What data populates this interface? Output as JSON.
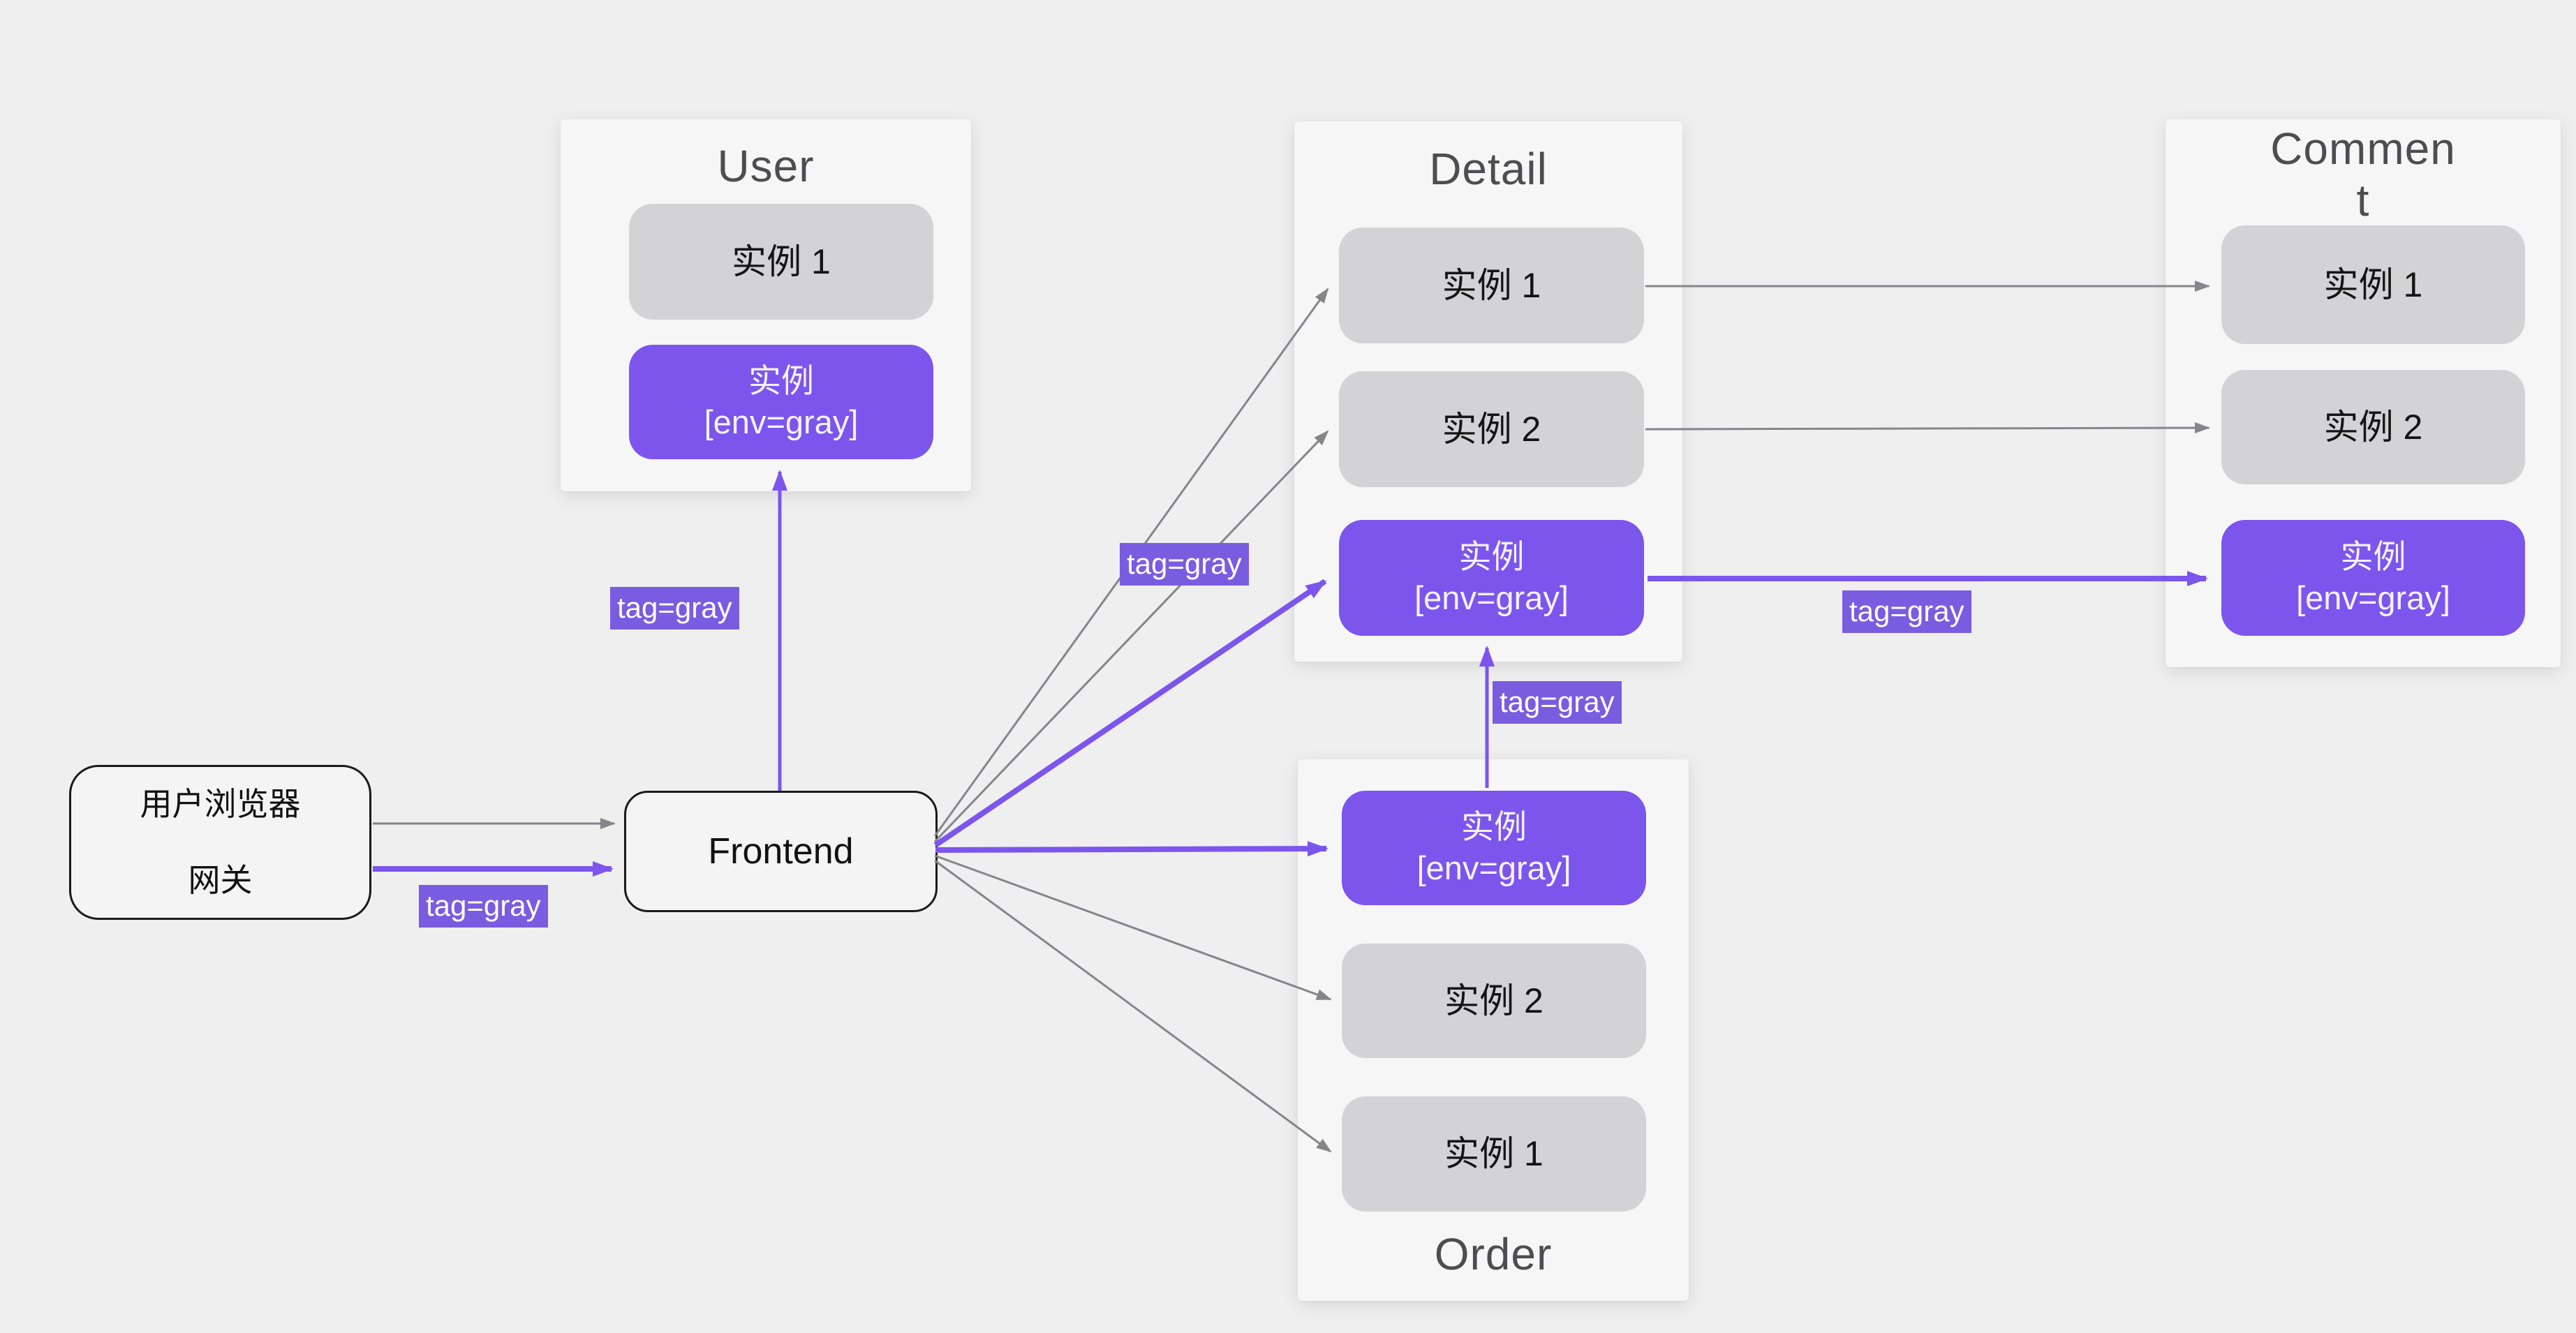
{
  "diagram_type": "microservice gray-release (tag=gray) traffic routing diagram",
  "colors": {
    "page_bg": "#efeff0",
    "panel_bg": "#f6f6f7",
    "instance_gray_bg": "#d3d3d5",
    "instance_purple_bg": "#7C55EC",
    "edge_gray": "#85858a",
    "edge_purple": "#7C55EC",
    "tag_label_bg": "#7A5CE0",
    "title_text": "#4d4d4f"
  },
  "nodes": {
    "gateway": {
      "line1": "用户浏览器",
      "line2": "网关"
    },
    "frontend": {
      "label": "Frontend"
    }
  },
  "panels": {
    "user": {
      "title": "User",
      "instances": [
        {
          "label": "实例 1",
          "type": "normal"
        },
        {
          "label": "实例",
          "sub": "[env=gray]",
          "type": "gray-env"
        }
      ]
    },
    "detail": {
      "title": "Detail",
      "instances": [
        {
          "label": "实例 1",
          "type": "normal"
        },
        {
          "label": "实例 2",
          "type": "normal"
        },
        {
          "label": "实例",
          "sub": "[env=gray]",
          "type": "gray-env"
        }
      ]
    },
    "comment": {
      "title": "Comment",
      "instances": [
        {
          "label": "实例 1",
          "type": "normal"
        },
        {
          "label": "实例 2",
          "type": "normal"
        },
        {
          "label": "实例",
          "sub": "[env=gray]",
          "type": "gray-env"
        }
      ]
    },
    "order": {
      "title": "Order",
      "instances": [
        {
          "label": "实例",
          "sub": "[env=gray]",
          "type": "gray-env"
        },
        {
          "label": "实例 2",
          "type": "normal"
        },
        {
          "label": "实例 1",
          "type": "normal"
        }
      ]
    }
  },
  "labels": {
    "gateway_to_frontend": "tag=gray",
    "frontend_to_user": "tag=gray",
    "frontend_to_detail": "tag=gray",
    "order_to_detail": "tag=gray",
    "detail_to_comment": "tag=gray"
  },
  "edges": [
    {
      "from": "gateway",
      "to": "frontend",
      "style": "gray"
    },
    {
      "from": "gateway",
      "to": "frontend",
      "style": "purple",
      "label": "tag=gray"
    },
    {
      "from": "frontend",
      "to": "user.实例[env=gray]",
      "style": "purple",
      "label": "tag=gray"
    },
    {
      "from": "frontend",
      "to": "detail.实例 1",
      "style": "gray"
    },
    {
      "from": "frontend",
      "to": "detail.实例 2",
      "style": "gray"
    },
    {
      "from": "frontend",
      "to": "detail.实例[env=gray]",
      "style": "purple",
      "label": "tag=gray"
    },
    {
      "from": "frontend",
      "to": "order.实例[env=gray]",
      "style": "purple"
    },
    {
      "from": "frontend",
      "to": "order.实例 2",
      "style": "gray"
    },
    {
      "from": "frontend",
      "to": "order.实例 1",
      "style": "gray"
    },
    {
      "from": "order.实例[env=gray]",
      "to": "detail.实例[env=gray]",
      "style": "purple",
      "label": "tag=gray"
    },
    {
      "from": "detail.实例 1",
      "to": "comment.实例 1",
      "style": "gray"
    },
    {
      "from": "detail.实例 2",
      "to": "comment.实例 2",
      "style": "gray"
    },
    {
      "from": "detail.实例[env=gray]",
      "to": "comment.实例[env=gray]",
      "style": "purple",
      "label": "tag=gray"
    }
  ]
}
